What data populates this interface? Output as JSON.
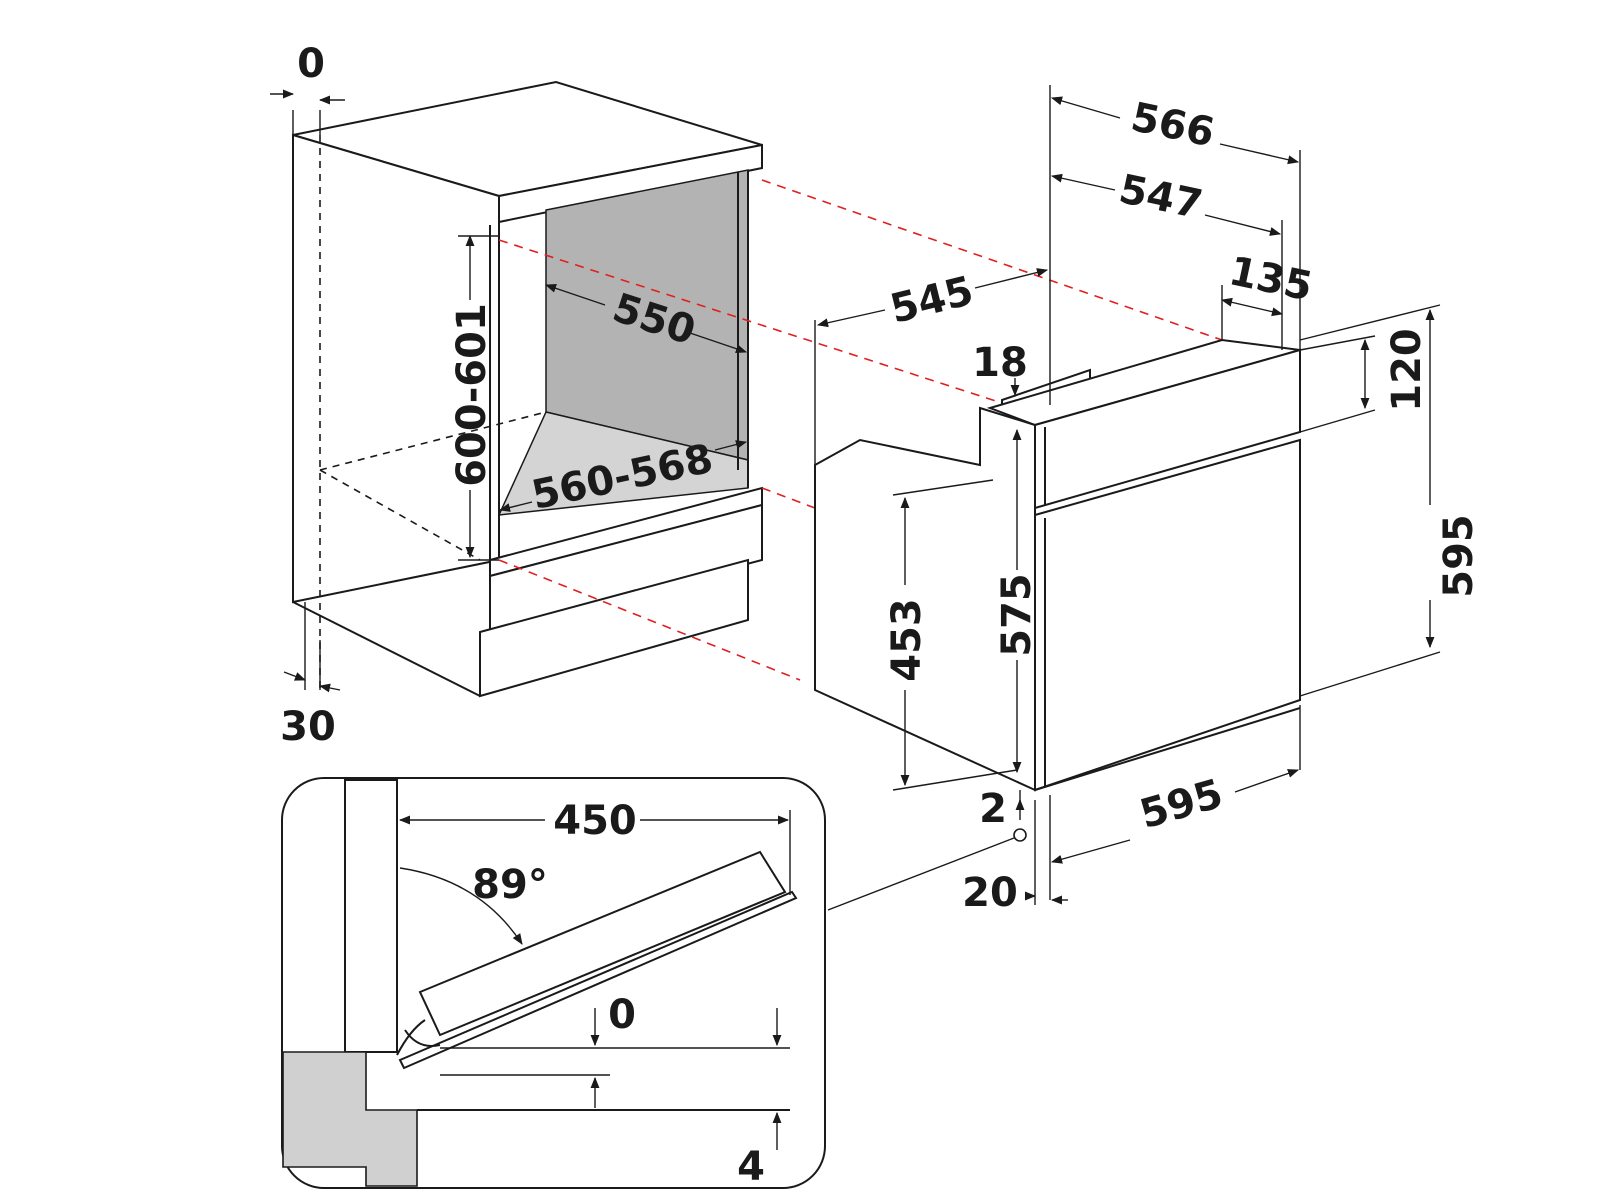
{
  "diagram": {
    "colors": {
      "line": "#1a1a1a",
      "alignment_guides": "#e02020",
      "cavity_back": "#b3b3b3",
      "cavity_floor": "#d4d4d4",
      "hatch": "#d0d0d0"
    },
    "cabinet": {
      "top_gap": "0",
      "bottom_gap": "30",
      "opening_height": "600-601",
      "opening_depth": "550",
      "opening_width": "560-568"
    },
    "oven": {
      "total_depth": "566",
      "body_depth": "547",
      "panel_depth": "135",
      "side_depth": "545",
      "flange_thickness": "18",
      "control_panel_height": "120",
      "overall_height": "595",
      "body_height": "575",
      "cavity_height": "453",
      "bottom_offset": "2",
      "front_overhang": "20",
      "overall_width": "595"
    },
    "door_detail": {
      "opening_clearance": "450",
      "angle": "89°",
      "top_offset": "0",
      "bottom_offset": "4"
    }
  }
}
